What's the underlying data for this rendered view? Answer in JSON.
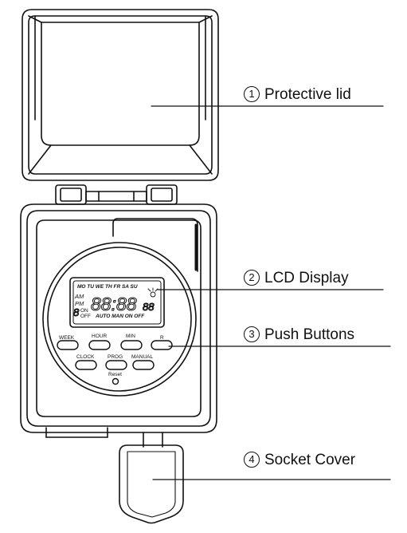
{
  "callouts": [
    {
      "number": "1",
      "label": "Protective lid"
    },
    {
      "number": "2",
      "label": "LCD Display"
    },
    {
      "number": "3",
      "label": "Push Buttons"
    },
    {
      "number": "4",
      "label": "Socket Cover"
    }
  ],
  "lcd": {
    "days": "MO TU WE TH FR SA SU",
    "am": "AM",
    "pm": "PM",
    "digits": "88:88",
    "seconds": "88",
    "on": "ON",
    "off": "OFF",
    "modes": "AUTO MAN ON OFF"
  },
  "buttons": {
    "week": "WEEK",
    "hour": "HOUR",
    "min": "MIN",
    "r": "R",
    "clock": "CLOCK",
    "prog": "PROG",
    "manual": "MANUAL",
    "reset": "Reset"
  }
}
